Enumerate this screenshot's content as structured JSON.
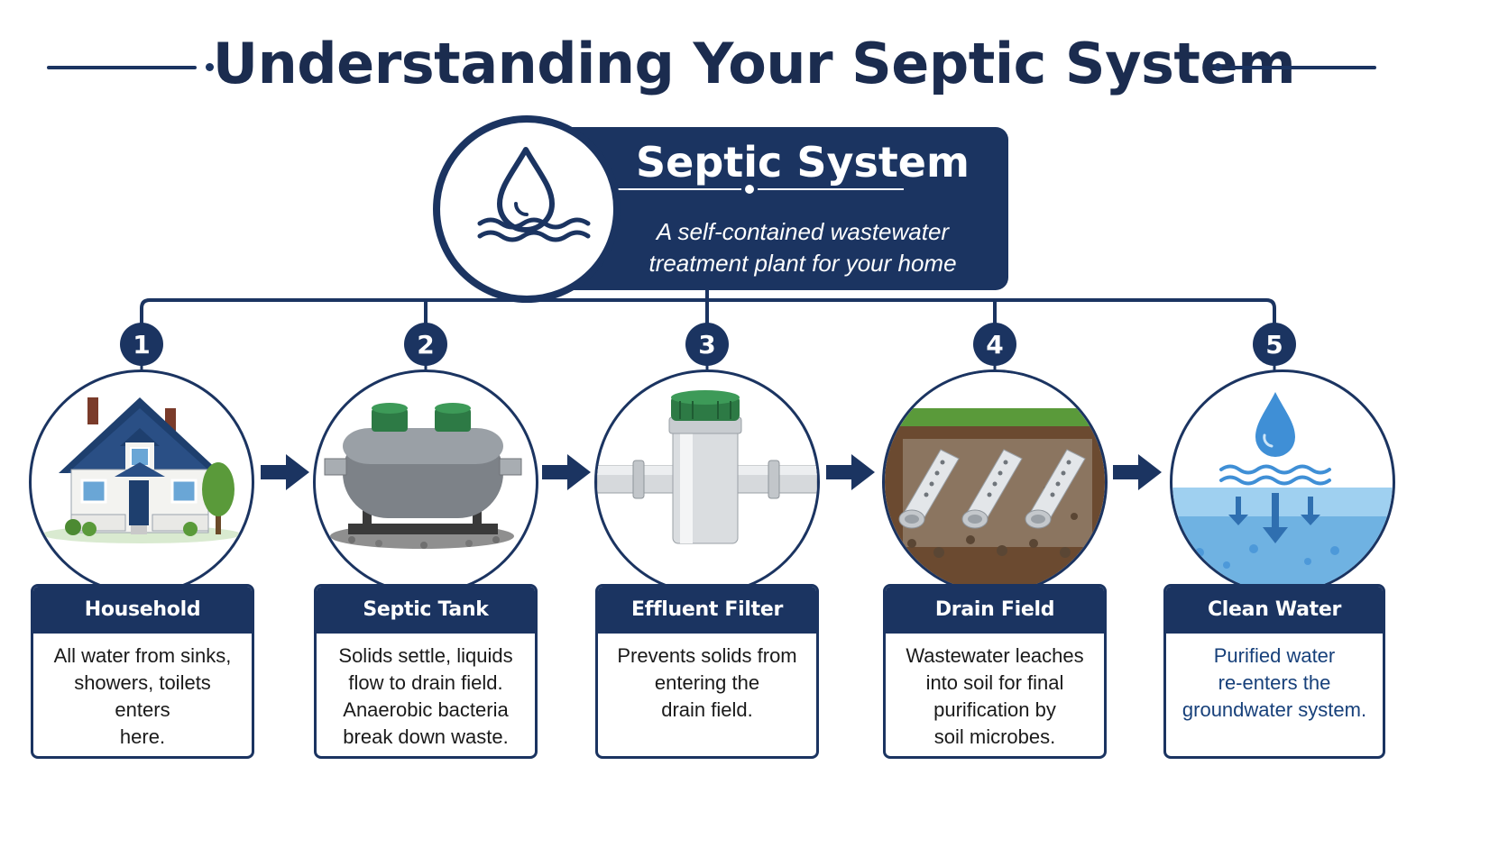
{
  "header": {
    "title": "Understanding Your Septic System"
  },
  "overview": {
    "title": "Septic System",
    "subtitle_line1": "A self-contained wastewater",
    "subtitle_line2": "treatment plant for your home",
    "icon": "water-drop-waves-icon"
  },
  "steps": [
    {
      "number": "1",
      "title": "Household Wastewater",
      "lines": [
        "All water from sinks,",
        "showers, toilets enters",
        "here."
      ],
      "icon": "house-icon"
    },
    {
      "number": "2",
      "title": "Septic Tank",
      "lines": [
        "Solids settle, liquids",
        "flow to drain field.",
        "Anaerobic bacteria",
        "break down waste."
      ],
      "icon": "septic-tank-icon"
    },
    {
      "number": "3",
      "title": "Effluent Filter",
      "lines": [
        "Prevents solids from",
        "entering the",
        "drain field."
      ],
      "icon": "filter-pipe-icon"
    },
    {
      "number": "4",
      "title": "Drain Field",
      "lines": [
        "Wastewater leaches",
        "into soil for final",
        "purification by",
        "soil microbes."
      ],
      "icon": "drain-pipes-icon"
    },
    {
      "number": "5",
      "title": "Clean Water Returns",
      "lines": [
        "Purified water",
        "re-enters the",
        "groundwater system."
      ],
      "icon": "groundwater-drop-icon"
    }
  ],
  "colors": {
    "navy": "#1b3461",
    "water_blue": "#3f8fd6",
    "grass_green": "#5a9a3a",
    "cap_green": "#2d7a45"
  }
}
